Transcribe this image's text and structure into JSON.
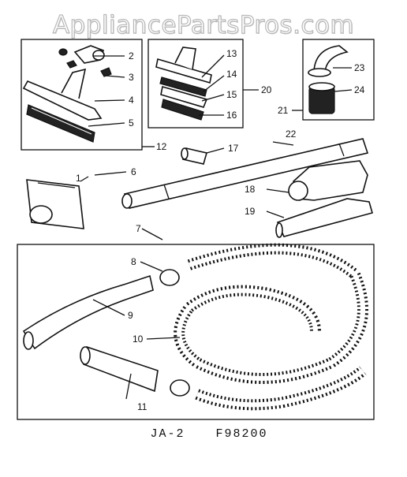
{
  "watermark": "AppliancePartsPros.com",
  "caption": {
    "left": "JA-2",
    "right": "F98200"
  },
  "callouts": {
    "c1": "1",
    "c2": "2",
    "c3": "3",
    "c4": "4",
    "c5": "5",
    "c6": "6",
    "c7": "7",
    "c8": "8",
    "c9": "9",
    "c10": "10",
    "c11": "11",
    "c12": "12",
    "c13": "13",
    "c14": "14",
    "c15": "15",
    "c16": "16",
    "c17": "17",
    "c18": "18",
    "c19": "19",
    "c20": "20",
    "c21": "21",
    "c22": "22",
    "c23": "23",
    "c24": "24"
  }
}
